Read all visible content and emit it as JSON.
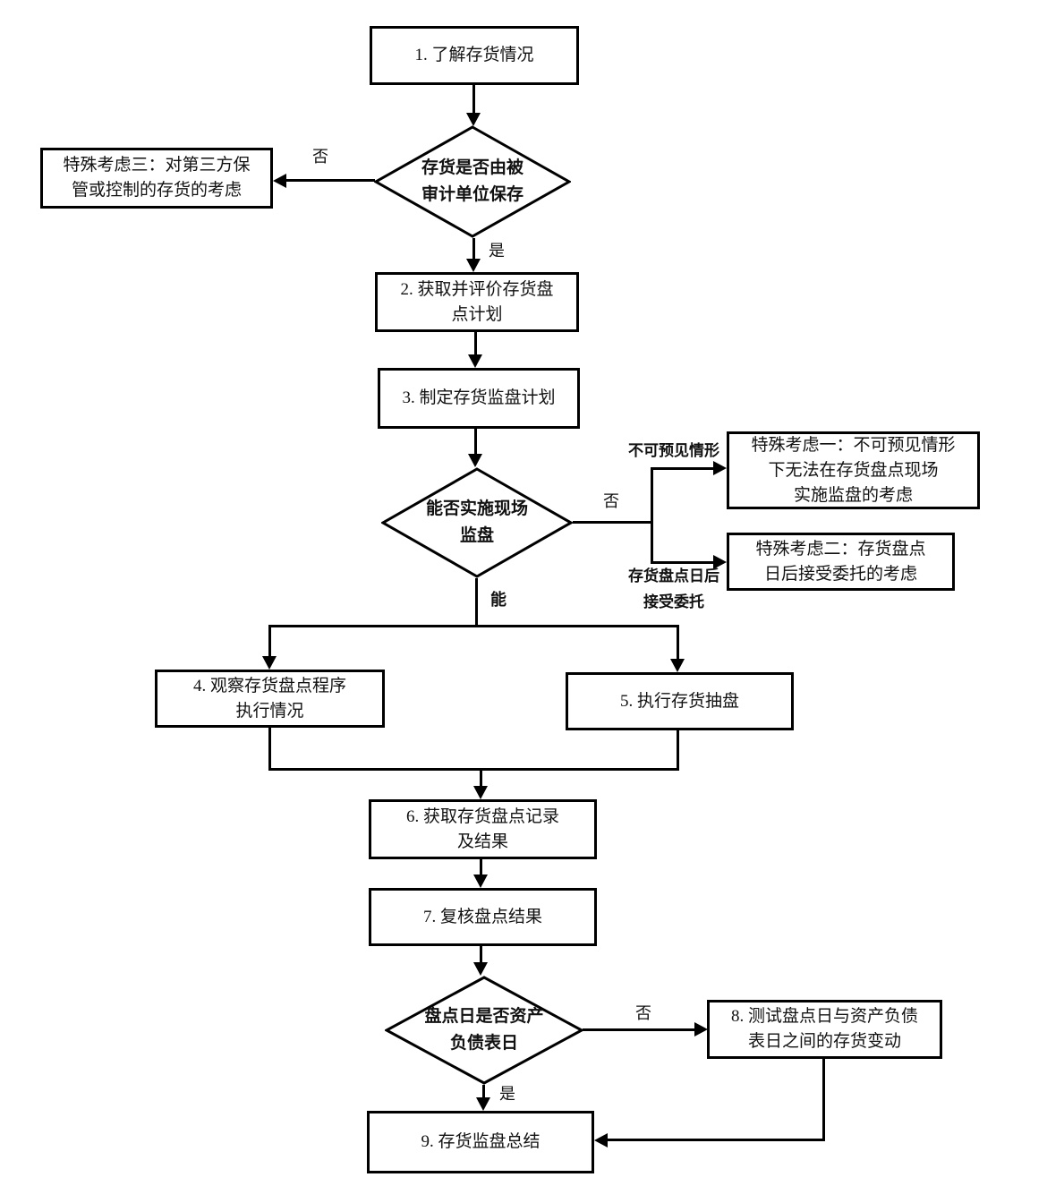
{
  "colors": {
    "line": "#000000",
    "background": "#ffffff",
    "text": "#111111"
  },
  "nodes": {
    "box1": {
      "lines": [
        "1. 了解存货情况"
      ]
    },
    "box2": {
      "lines": [
        "2. 获取并评价存货盘",
        "点计划"
      ]
    },
    "box3": {
      "lines": [
        "3. 制定存货监盘计划"
      ]
    },
    "box4": {
      "lines": [
        "4. 观察存货盘点程序",
        "执行情况"
      ]
    },
    "box5": {
      "lines": [
        "5. 执行存货抽盘"
      ]
    },
    "box6": {
      "lines": [
        "6. 获取存货盘点记录",
        "及结果"
      ]
    },
    "box7": {
      "lines": [
        "7. 复核盘点结果"
      ]
    },
    "box8": {
      "lines": [
        "8. 测试盘点日与资产负债",
        "表日之间的存货变动"
      ]
    },
    "box9": {
      "lines": [
        "9. 存货监盘总结"
      ]
    },
    "special1": {
      "lines": [
        "特殊考虑一：不可预见情形",
        "下无法在存货盘点现场",
        "实施监盘的考虑"
      ]
    },
    "special2": {
      "lines": [
        "特殊考虑二：存货盘点",
        "日后接受委托的考虑"
      ]
    },
    "special3": {
      "lines": [
        "特殊考虑三：对第三方保",
        "管或控制的存货的考虑"
      ]
    },
    "decision1": {
      "lines": [
        "存货是否由被",
        "审计单位保存"
      ]
    },
    "decision2": {
      "lines": [
        "能否实施现场",
        "监盘"
      ]
    },
    "decision3": {
      "lines": [
        "盘点日是否资产",
        "负债表日"
      ]
    }
  },
  "labels": {
    "d1_no": "否",
    "d1_yes": "是",
    "d2_no": "否",
    "d2_yes": "能",
    "d2_branch1": {
      "lines": [
        "不可预见情形"
      ]
    },
    "d2_branch2": {
      "lines": [
        "存货盘点日后",
        "接受委托"
      ]
    },
    "d3_no": "否",
    "d3_yes": "是"
  }
}
